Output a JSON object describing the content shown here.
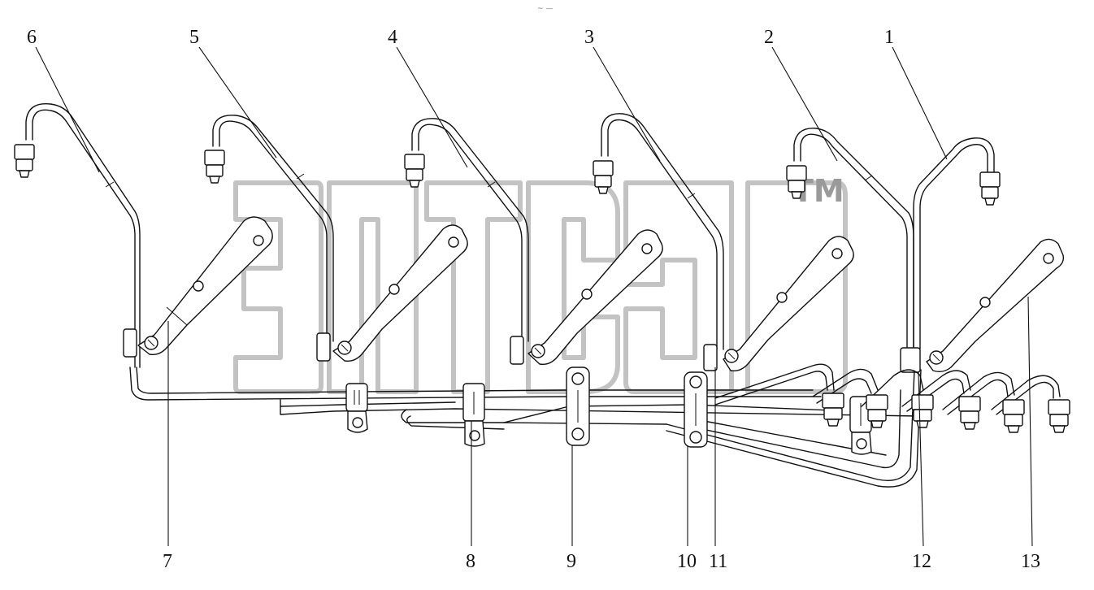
{
  "watermark": {
    "trademark": "TM"
  },
  "header_mark": "~ —",
  "callouts": {
    "top": [
      "6",
      "5",
      "4",
      "3",
      "2",
      "1"
    ],
    "bottom": [
      "7",
      "8",
      "9",
      "10",
      "11",
      "12",
      "13"
    ]
  },
  "colors": {
    "line": "#111111",
    "watermark": "#bdbdbd"
  }
}
